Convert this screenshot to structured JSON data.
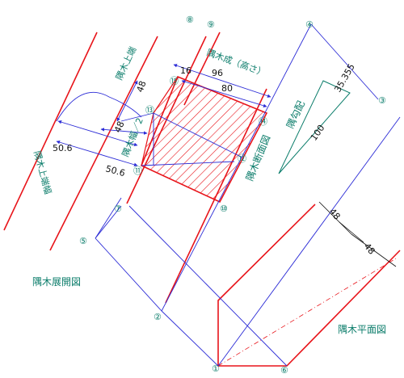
{
  "colors": {
    "red": "#e8141a",
    "blue": "#2b2bd6",
    "teal": "#0a7c6a",
    "dark": "#111111"
  },
  "titles": {
    "development": "隅木展開図",
    "plan": "隅木平面図",
    "section": "隅木断面図",
    "slope": "隅勾配"
  },
  "labels": {
    "top_edge": "隅木上端",
    "top_width": "隅木上端幅",
    "half_width": "隅木幅／2",
    "height": "隅木成（高さ）"
  },
  "dimensions": {
    "d16": "16",
    "d96": "96",
    "d80": "80",
    "d48a": "48",
    "d48b": "48",
    "d506a": "50.6",
    "d506b": "50.6",
    "d35": "35.355",
    "d100": "100",
    "d48p1": "48",
    "d48p2": "48"
  },
  "points": {
    "p1": "①",
    "p2": "②",
    "p3": "③",
    "p4": "④",
    "p5": "⑤",
    "p6": "⑥",
    "p7": "⑦",
    "p8": "⑧",
    "p9": "⑨",
    "p10": "⑩",
    "p11": "⑪",
    "p12": "⑫",
    "p13": "⑬",
    "p14": "⑭",
    "p15": "⑮"
  }
}
